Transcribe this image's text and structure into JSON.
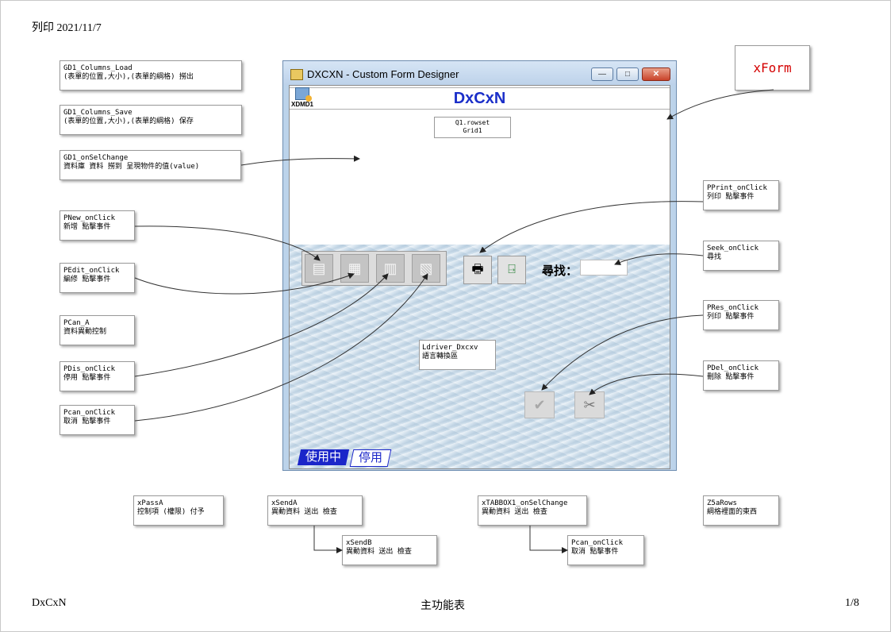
{
  "header": {
    "print_line": "列印 2021/11/7"
  },
  "footer": {
    "left": "DxCxN",
    "center": "主功能表",
    "right": "1/8"
  },
  "xform_label": "xForm",
  "window": {
    "title": "DXCXN - Custom Form Designer",
    "controls": [
      "—",
      "□",
      "✕"
    ],
    "heading": "DxCxN",
    "xdmd_label": "XDMD1",
    "grid_line1": "Q1.rowset",
    "grid_line2": "Grid1",
    "search_label": "尋找：",
    "ldriver_line1": "Ldriver_Dxcxv",
    "ldriver_line2": "語言轉換區",
    "tabs": [
      "使用中",
      "停用"
    ]
  },
  "notes": {
    "gd1_load": {
      "l1": "GD1_Columns_Load",
      "l2": "(表單的位置,大小),(表單的綱格) 撈出"
    },
    "gd1_save": {
      "l1": "GD1_Columns_Save",
      "l2": "(表單的位置,大小),(表單的綱格) 保存"
    },
    "gd1_sel": {
      "l1": "GD1_onSelChange",
      "l2": "資料庫 資料 撈到 呈現物件的值(value)"
    },
    "pnew": {
      "l1": "PNew_onClick",
      "l2": "新增 點擊事件"
    },
    "pedit": {
      "l1": "PEdit_onClick",
      "l2": "編修 點擊事件"
    },
    "pcan_a": {
      "l1": "PCan_A",
      "l2": "資料異動控制"
    },
    "pdis": {
      "l1": "PDis_onClick",
      "l2": "停用 點擊事件"
    },
    "pcan": {
      "l1": "Pcan_onClick",
      "l2": "取消 點擊事件"
    },
    "pprint": {
      "l1": "PPrint_onClick",
      "l2": "列印 點擊事件"
    },
    "seek": {
      "l1": "Seek_onClick",
      "l2": "尋找"
    },
    "pres": {
      "l1": "PRes_onClick",
      "l2": "列印 點擊事件"
    },
    "pdel": {
      "l1": "PDel_onClick",
      "l2": "刪除 點擊事件"
    },
    "xpassa": {
      "l1": "xPassA",
      "l2": "控制項 (權限) 付予"
    },
    "xsenda": {
      "l1": "xSendA",
      "l2": "異動資料 送出 檢查"
    },
    "xsendb": {
      "l1": "xSendB",
      "l2": "異動資料 送出 檢查"
    },
    "xtabbox": {
      "l1": "xTABBOX1_onSelChange",
      "l2": "異動資料 送出 檢查"
    },
    "pcan2": {
      "l1": "Pcan_onClick",
      "l2": "取消 點擊事件"
    },
    "z5arows": {
      "l1": "Z5aRows",
      "l2": "綱格裡面的東西"
    }
  }
}
